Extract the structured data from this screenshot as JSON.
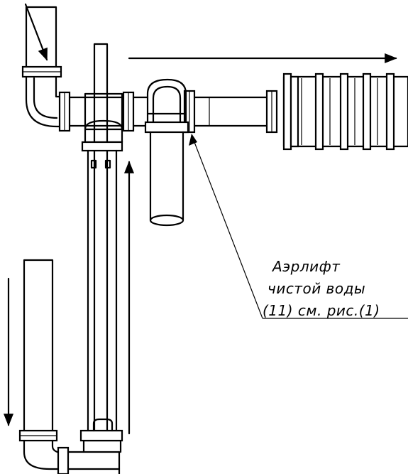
{
  "callout": {
    "line1": "Аэрлифт",
    "line2": "чистой воды",
    "line3": "(11) см. рис.(1)"
  }
}
